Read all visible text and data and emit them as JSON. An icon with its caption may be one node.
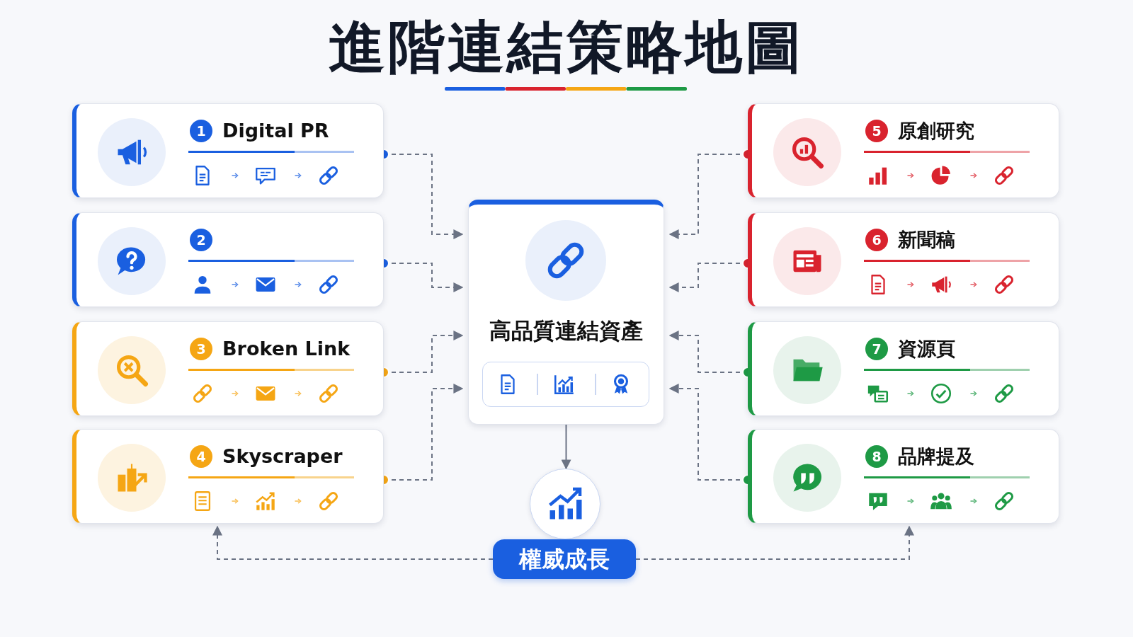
{
  "diagram": {
    "title": "進階連結策略地圖",
    "nodes": [
      {
        "text": [
          "1",
          "Digital PR"
        ]
      },
      {
        "text": [
          "2"
        ]
      },
      {
        "text": [
          "3",
          "Broken Link"
        ]
      },
      {
        "text": [
          "4",
          "Skyscraper"
        ]
      },
      {
        "text": [
          "5",
          "原創研究"
        ]
      },
      {
        "text": [
          "6",
          "新聞稿"
        ]
      },
      {
        "text": [
          "7",
          "資源頁"
        ]
      },
      {
        "text": [
          "8",
          "品牌提及"
        ]
      },
      {
        "text": [
          "高品質連結資產"
        ]
      },
      {
        "text": [],
        "shape": "circle"
      },
      {
        "text": [
          "權威成長"
        ]
      }
    ],
    "edges": [
      {
        "from": 0,
        "to": 8,
        "arrow": "to",
        "style": "dashed"
      },
      {
        "from": 1,
        "to": 8,
        "arrow": "to",
        "style": "dashed"
      },
      {
        "from": 2,
        "to": 8,
        "arrow": "to",
        "style": "dashed"
      },
      {
        "from": 3,
        "to": 8,
        "arrow": "to",
        "style": "dashed"
      },
      {
        "from": 4,
        "to": 8,
        "arrow": "to",
        "style": "dashed"
      },
      {
        "from": 5,
        "to": 8,
        "arrow": "to",
        "style": "dashed"
      },
      {
        "from": 6,
        "to": 8,
        "arrow": "to",
        "style": "dashed"
      },
      {
        "from": 7,
        "to": 8,
        "arrow": "to",
        "style": "dashed"
      },
      {
        "from": 8,
        "to": 9,
        "arrow": "to"
      },
      {
        "from": 10,
        "to": 3,
        "arrow": "to",
        "style": "dashed"
      },
      {
        "from": 10,
        "to": 7,
        "arrow": "to",
        "style": "dashed"
      }
    ]
  }
}
